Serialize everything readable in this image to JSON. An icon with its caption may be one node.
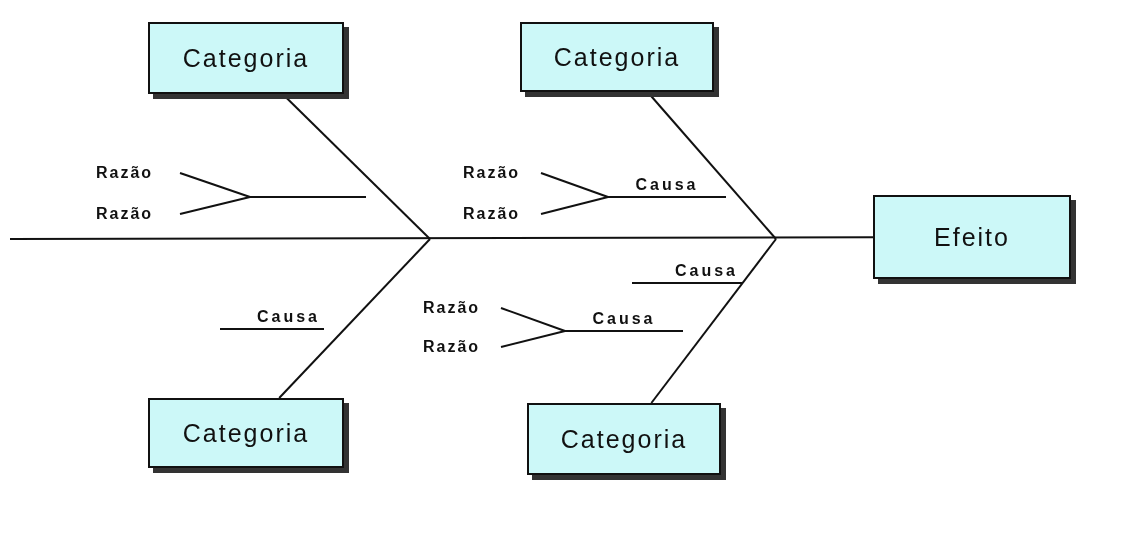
{
  "diagram": {
    "nodes": [
      {
        "text": [
          "Categoria"
        ]
      },
      {
        "text": [
          "Categoria"
        ]
      },
      {
        "text": [
          "Razão"
        ]
      },
      {
        "text": [
          "Razão"
        ]
      },
      {
        "text": [],
        "shape": "bar"
      },
      {
        "text": [
          "Razão"
        ]
      },
      {
        "text": [
          "Causa"
        ]
      },
      {
        "text": [
          "Razão"
        ]
      },
      {
        "text": [
          "Efeito"
        ]
      },
      {
        "text": [
          "Causa"
        ]
      },
      {
        "text": [
          "Razão"
        ]
      },
      {
        "text": [
          "Causa"
        ]
      },
      {
        "text": [
          "Razão"
        ]
      },
      {
        "text": [
          "Causa"
        ]
      },
      {
        "text": [
          "Categoria"
        ]
      },
      {
        "text": [
          "Categoria"
        ]
      }
    ],
    "edges": [
      {
        "from": null,
        "to": 8,
        "arrow": "none"
      },
      {
        "from": 0,
        "to": null,
        "arrow": "none"
      },
      {
        "from": 1,
        "to": null,
        "arrow": "none"
      },
      {
        "from": 14,
        "to": null,
        "arrow": "none"
      },
      {
        "from": 15,
        "to": null,
        "arrow": "none"
      },
      {
        "from": 2,
        "to": 4,
        "arrow": "none"
      },
      {
        "from": 3,
        "to": 4,
        "arrow": "none"
      },
      {
        "from": 5,
        "to": 6,
        "arrow": "none"
      },
      {
        "from": 7,
        "to": 6,
        "arrow": "none"
      },
      {
        "from": 10,
        "to": 11,
        "arrow": "none"
      },
      {
        "from": 12,
        "to": 11,
        "arrow": "none"
      }
    ]
  }
}
